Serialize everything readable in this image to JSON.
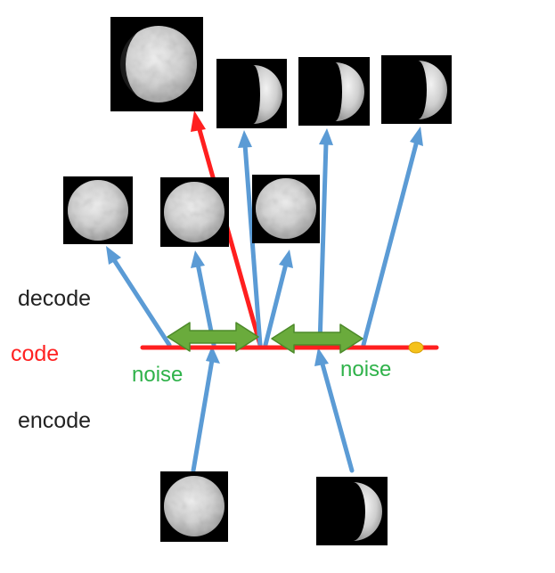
{
  "labels": {
    "decode": "decode",
    "code": "code",
    "encode": "encode",
    "noise_left": "noise",
    "noise_right": "noise"
  },
  "colors": {
    "decode_text": "#222222",
    "code_text": "#ff2222",
    "encode_text": "#222222",
    "noise_text": "#2fb24a",
    "code_line": "#ff1f1f",
    "arrow_blue": "#5b9bd5",
    "arrow_red": "#ff1f1f",
    "noise_arrow": "#6aab3c",
    "noise_arrow_stroke": "#4d8a2a",
    "code_point": "#f5c21b",
    "moon_light": "#d8d8d8",
    "tile_bg": "#000000"
  },
  "icons": {
    "full_moon": "full-moon-icon",
    "gibbous_moon": "gibbous-moon-icon",
    "half_moon": "half-moon-icon",
    "crescent_moon": "crescent-moon-icon",
    "code_point": "code-point-marker"
  }
}
